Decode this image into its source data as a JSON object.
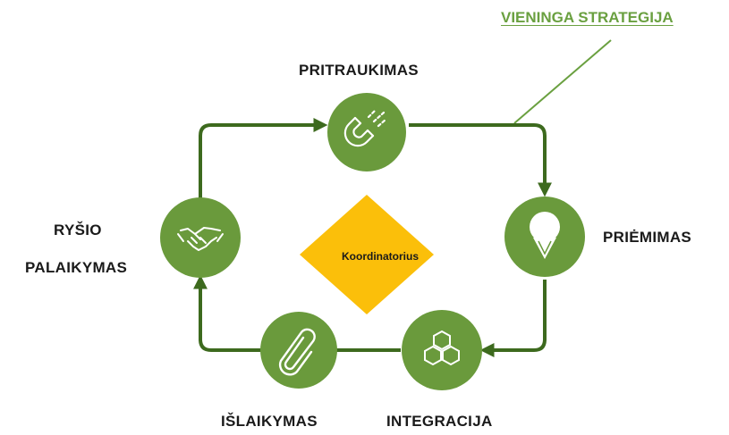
{
  "title": "VIENINGA STRATEGIJA",
  "center": "Koordinatorius",
  "stages": [
    {
      "label": "PRITRAUKIMAS",
      "icon": "magnet-icon"
    },
    {
      "label": "PRIĖMIMAS",
      "icon": "map-pin-icon"
    },
    {
      "label": "INTEGRACIJA",
      "icon": "hexagons-icon"
    },
    {
      "label": "IŠLAIKYMAS",
      "icon": "paperclip-icon"
    },
    {
      "label_line1": "RYŠIO",
      "label_line2": "PALAIKYMAS",
      "icon": "handshake-icon"
    }
  ],
  "colors": {
    "circle": "#6a9a3c",
    "line": "#3d6a1e",
    "diamond": "#fbbf0a",
    "accent": "#6aa040"
  }
}
